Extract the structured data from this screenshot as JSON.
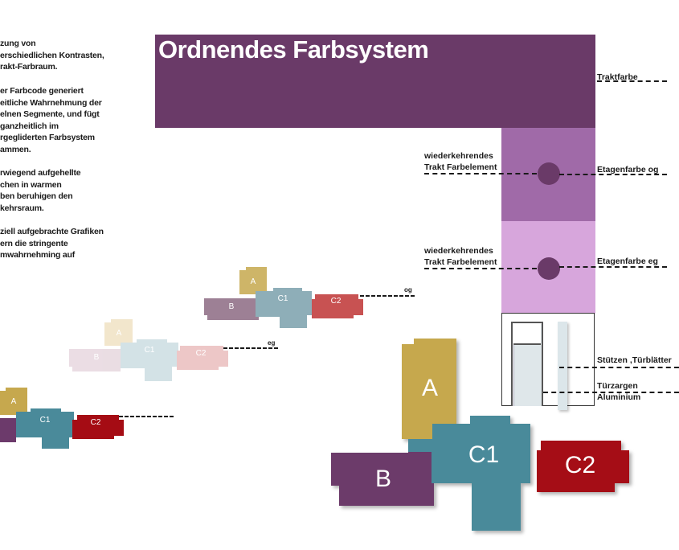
{
  "title": "Ordnendes Farbsystem",
  "left_text": [
    "zung von\nerschiedlichen Kontrasten,\nrakt-Farbraum.",
    "er Farbcode generiert\neitliche Wahrnehmung der\nelnen Segmente, und fügt\nganzheitlich im\nrgegliderten Farbsystem\nammen.",
    "rwiegend aufgehellte\nchen in warmen\nben beruhigen den\nkehrsraum.",
    "ziell aufgebrachte Grafiken\nern die stringente\nmwahrnehming auf"
  ],
  "labels": {
    "traktfarbe": "Traktfarbe",
    "etagenfarbe_og": "Etagenfarbe og",
    "etagenfarbe_eg": "Etagenfarbe eg",
    "element_1": "wiederkehrendes\nTrakt Farbelement",
    "element_2": "wiederkehrendes\nTrakt Farbelement",
    "stuetzen": "Stützen ,Türblätter",
    "tuerzargen": "Türzargen  Aluminium"
  },
  "level_labels": {
    "og": "og",
    "eg": "eg"
  },
  "blocks": {
    "a": "A",
    "b": "B",
    "c1": "C1",
    "c2": "C2"
  },
  "colors": {
    "trakt": "#6a3a68",
    "etage_og": "#a06aa8",
    "etage_eg": "#d7a6dc",
    "a": "#c6a84e",
    "b": "#6c3a6b",
    "c1": "#4a8a9a",
    "c2": "#a50c14"
  }
}
